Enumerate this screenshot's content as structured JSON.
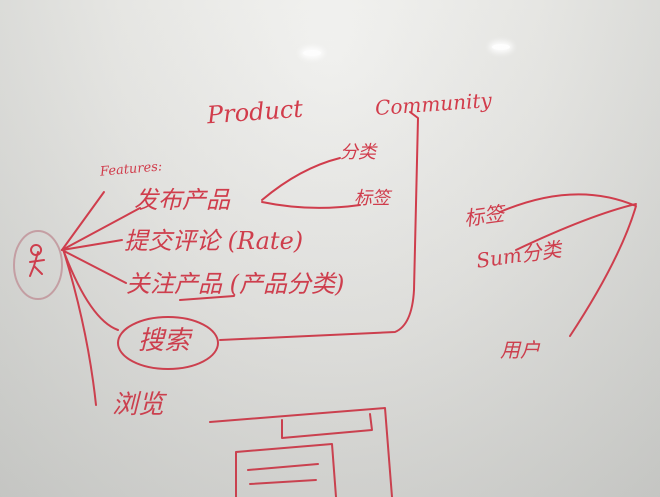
{
  "colors": {
    "board": "#e6e6e3",
    "ink": "#d43a4a"
  },
  "headings": {
    "product": "Product",
    "community": "Community"
  },
  "features_label": "Features:",
  "features": {
    "publish": "发布产品",
    "comment": "提交评论 (Rate)",
    "follow": "关注产品 (产品分类)",
    "search": "搜索"
  },
  "branches": {
    "category": "分类",
    "tag": "标签"
  },
  "left_note": "浏览",
  "community_items": {
    "tag": "标签",
    "sum_category": "Sum分类",
    "people": "用户"
  },
  "icons": {
    "person": "person-icon",
    "ceiling_light": "ceiling-light-icon"
  }
}
